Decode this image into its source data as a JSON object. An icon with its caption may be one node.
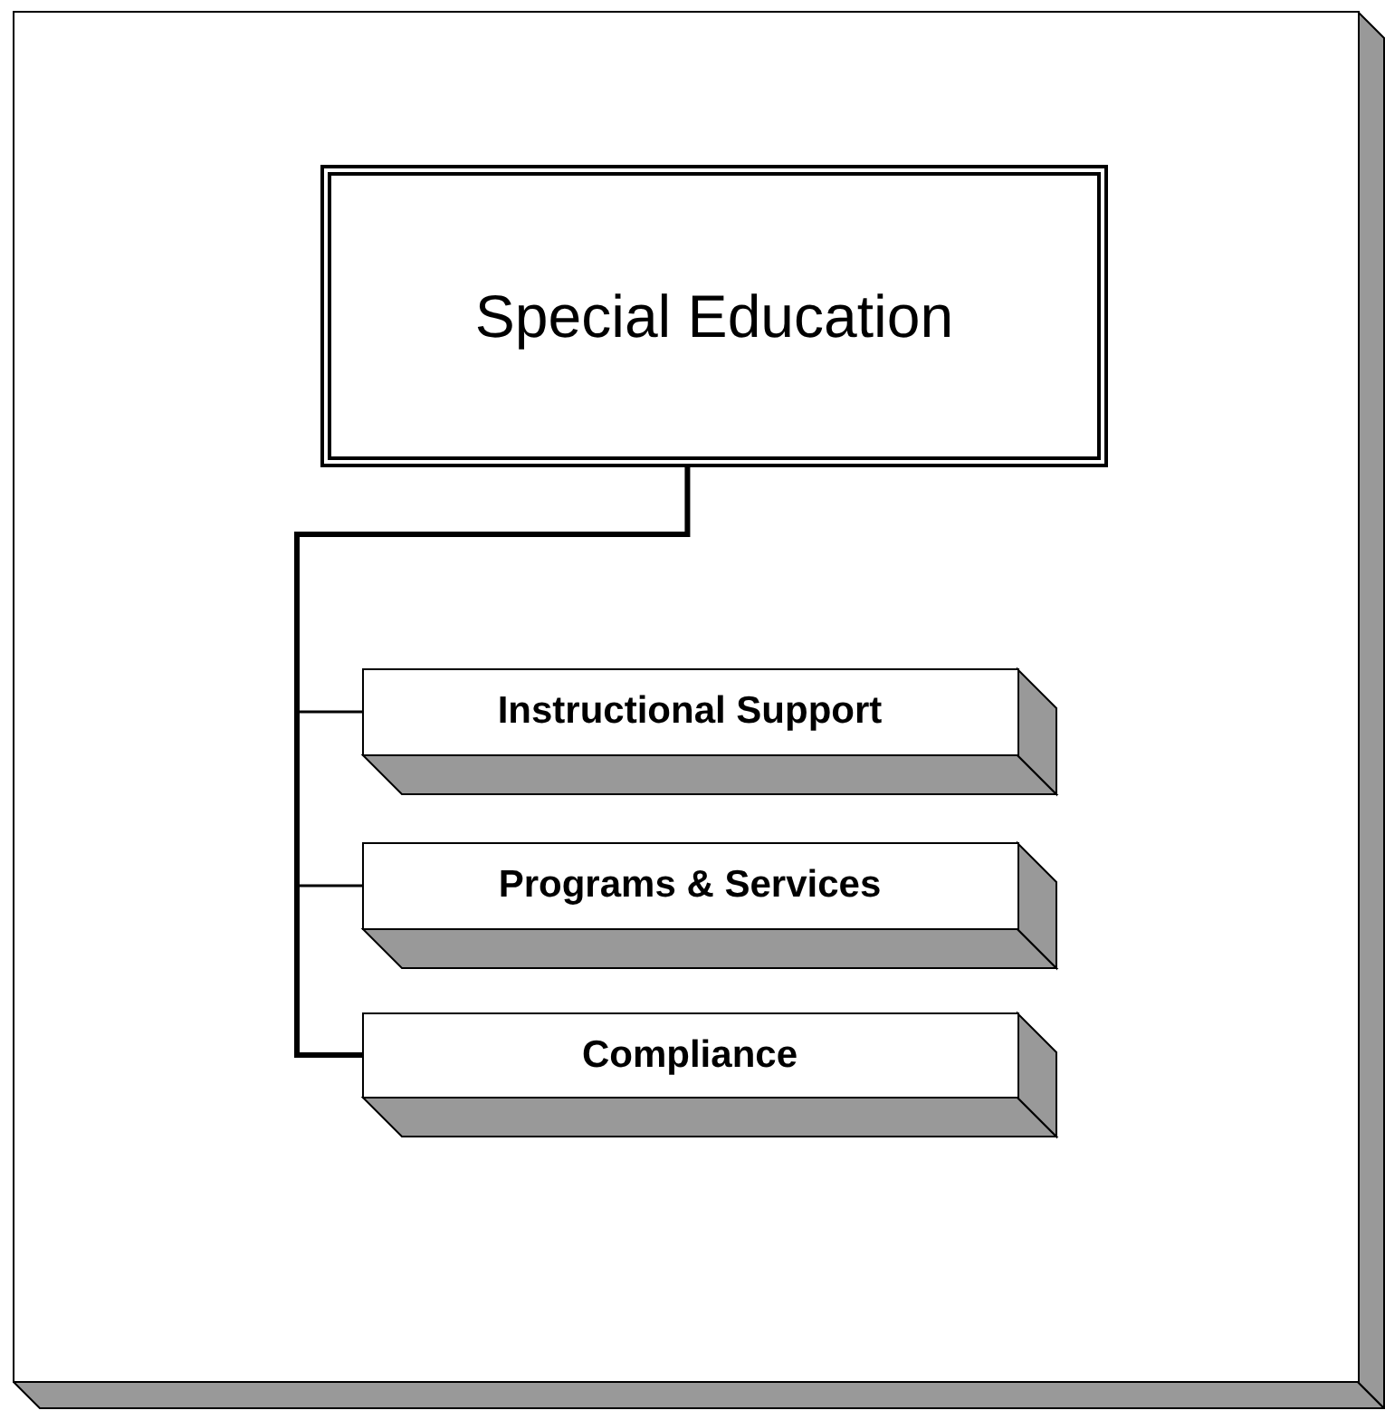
{
  "diagram": {
    "nodes": [
      {
        "text": [],
        "shape": "box"
      },
      {
        "text": [
          "Special Education"
        ],
        "in": 0
      },
      {
        "text": [
          "Instructional Support"
        ],
        "in": 0
      },
      {
        "text": [
          "Programs & Services"
        ],
        "in": 0
      },
      {
        "text": [
          "Compliance"
        ],
        "in": 0
      }
    ],
    "edges": [
      {
        "from": 1,
        "to": 2,
        "arrow": "none"
      },
      {
        "from": 1,
        "to": 3,
        "arrow": "none"
      },
      {
        "from": 1,
        "to": 4,
        "arrow": "none",
        "style": "thick"
      }
    ]
  }
}
